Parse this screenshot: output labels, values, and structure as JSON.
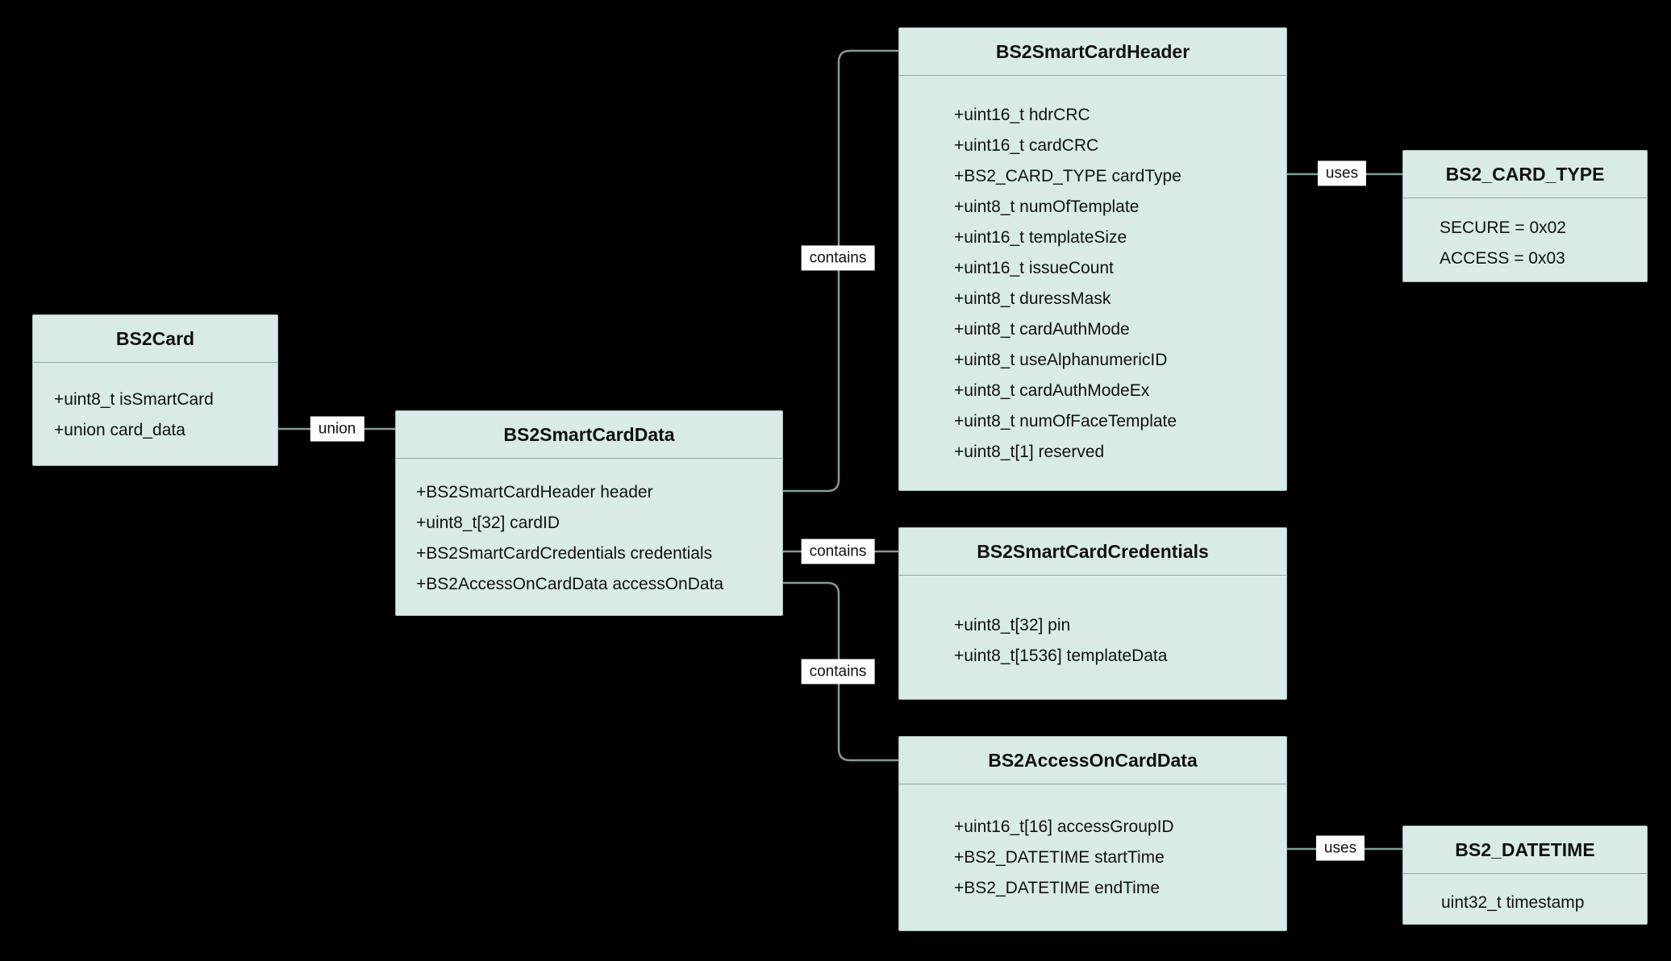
{
  "diagram": {
    "type": "class-diagram",
    "colors": {
      "background": "#000000",
      "box_fill": "#d9ebe8",
      "line": "#7f9d99",
      "dot": "#5d807b",
      "label_bg": "#ffffff",
      "text": "#111111"
    }
  },
  "classes": {
    "bs2card": {
      "title": "BS2Card",
      "attributes": [
        "+uint8_t isSmartCard",
        "+union card_data"
      ]
    },
    "smart_card_data": {
      "title": "BS2SmartCardData",
      "attributes": [
        "+BS2SmartCardHeader header",
        "+uint8_t[32] cardID",
        "+BS2SmartCardCredentials credentials",
        "+BS2AccessOnCardData accessOnData"
      ]
    },
    "smart_card_header": {
      "title": "BS2SmartCardHeader",
      "attributes": [
        "+uint16_t hdrCRC",
        "+uint16_t cardCRC",
        "+BS2_CARD_TYPE cardType",
        "+uint8_t numOfTemplate",
        "+uint16_t templateSize",
        "+uint16_t issueCount",
        "+uint8_t duressMask",
        "+uint8_t cardAuthMode",
        "+uint8_t useAlphanumericID",
        "+uint8_t cardAuthModeEx",
        "+uint8_t numOfFaceTemplate",
        "+uint8_t[1] reserved"
      ]
    },
    "card_type": {
      "title": "BS2_CARD_TYPE",
      "attributes": [
        "SECURE = 0x02",
        "ACCESS = 0x03"
      ]
    },
    "credentials": {
      "title": "BS2SmartCardCredentials",
      "attributes": [
        "+uint8_t[32] pin",
        "+uint8_t[1536] templateData"
      ]
    },
    "access_on_card": {
      "title": "BS2AccessOnCardData",
      "attributes": [
        "+uint16_t[16] accessGroupID",
        "+BS2_DATETIME startTime",
        "+BS2_DATETIME endTime"
      ]
    },
    "datetime": {
      "title": "BS2_DATETIME",
      "attributes": [
        "uint32_t timestamp"
      ]
    }
  },
  "edges": {
    "union": {
      "label": "union",
      "from": "BS2Card.card_data",
      "to": "BS2SmartCardData"
    },
    "contains_header": {
      "label": "contains",
      "from": "BS2SmartCardData.header",
      "to": "BS2SmartCardHeader"
    },
    "contains_credentials": {
      "label": "contains",
      "from": "BS2SmartCardData.credentials",
      "to": "BS2SmartCardCredentials"
    },
    "contains_access": {
      "label": "contains",
      "from": "BS2SmartCardData.accessOnData",
      "to": "BS2AccessOnCardData"
    },
    "uses_card_type": {
      "label": "uses",
      "from": "BS2SmartCardHeader.cardType",
      "to": "BS2_CARD_TYPE"
    },
    "uses_datetime": {
      "label": "uses",
      "from": "BS2AccessOnCardData.startTime,endTime",
      "to": "BS2_DATETIME"
    }
  }
}
